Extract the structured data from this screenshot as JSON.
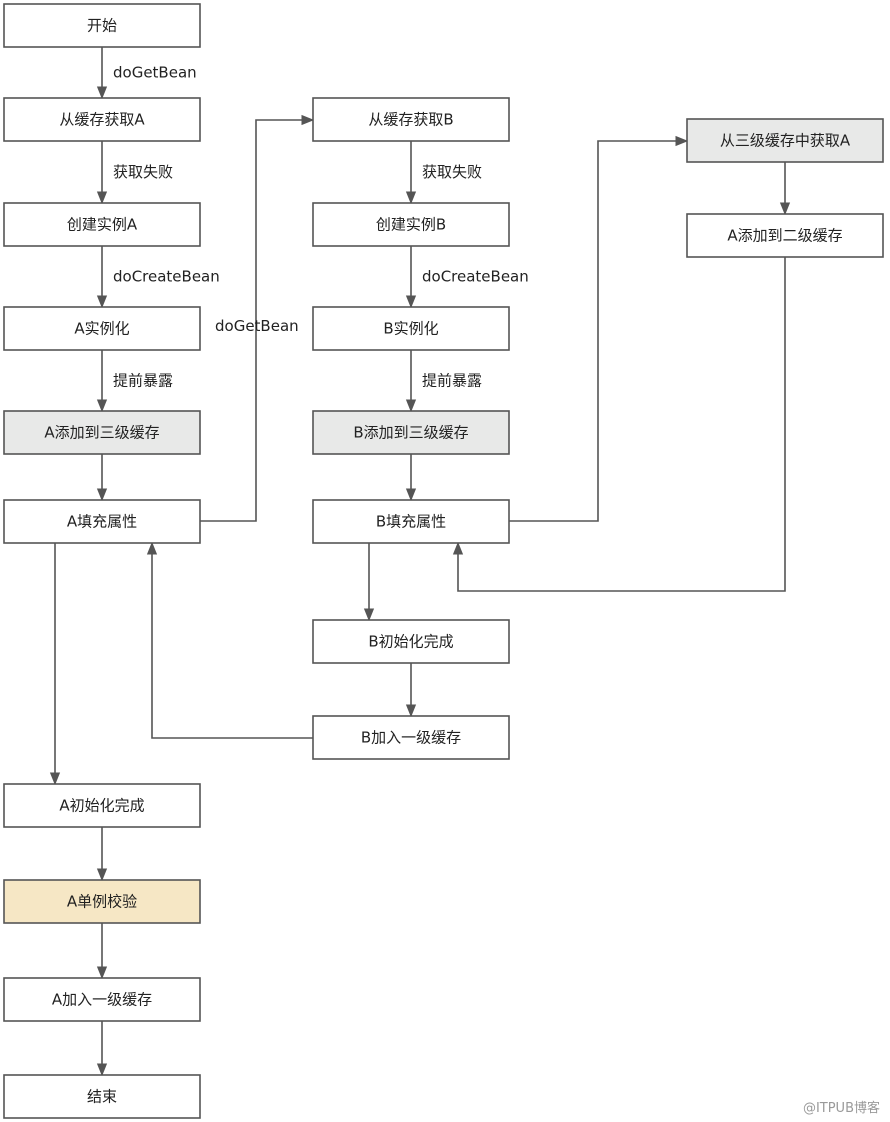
{
  "nodes": {
    "start": {
      "label": "开始",
      "style": "plain"
    },
    "getA": {
      "label": "从缓存获取A",
      "style": "plain"
    },
    "createA": {
      "label": "创建实例A",
      "style": "plain"
    },
    "instA": {
      "label": "A实例化",
      "style": "plain"
    },
    "addA3": {
      "label": "A添加到三级缓存",
      "style": "gray"
    },
    "fillA": {
      "label": "A填充属性",
      "style": "plain"
    },
    "initA": {
      "label": "A初始化完成",
      "style": "plain"
    },
    "checkA": {
      "label": "A单例校验",
      "style": "beige"
    },
    "addA1": {
      "label": "A加入一级缓存",
      "style": "plain"
    },
    "end": {
      "label": "结束",
      "style": "plain"
    },
    "getB": {
      "label": "从缓存获取B",
      "style": "plain"
    },
    "createB": {
      "label": "创建实例B",
      "style": "plain"
    },
    "instB": {
      "label": "B实例化",
      "style": "plain"
    },
    "addB3": {
      "label": "B添加到三级缓存",
      "style": "gray"
    },
    "fillB": {
      "label": "B填充属性",
      "style": "plain"
    },
    "initB": {
      "label": "B初始化完成",
      "style": "plain"
    },
    "addB1": {
      "label": "B加入一级缓存",
      "style": "plain"
    },
    "get3A": {
      "label": "从三级缓存中获取A",
      "style": "gray"
    },
    "addA2": {
      "label": "A添加到二级缓存",
      "style": "plain"
    }
  },
  "edges": [
    {
      "from": "start",
      "to": "getA",
      "label": "doGetBean"
    },
    {
      "from": "getA",
      "to": "createA",
      "label": "获取失败"
    },
    {
      "from": "createA",
      "to": "instA",
      "label": "doCreateBean"
    },
    {
      "from": "instA",
      "to": "addA3",
      "label": "提前暴露"
    },
    {
      "from": "addA3",
      "to": "fillA",
      "label": ""
    },
    {
      "from": "fillA",
      "to": "getB",
      "label": "doGetBean"
    },
    {
      "from": "getB",
      "to": "createB",
      "label": "获取失败"
    },
    {
      "from": "createB",
      "to": "instB",
      "label": "doCreateBean"
    },
    {
      "from": "instB",
      "to": "addB3",
      "label": "提前暴露"
    },
    {
      "from": "addB3",
      "to": "fillB",
      "label": ""
    },
    {
      "from": "fillB",
      "to": "get3A",
      "label": ""
    },
    {
      "from": "get3A",
      "to": "addA2",
      "label": ""
    },
    {
      "from": "addA2",
      "to": "fillB",
      "label": ""
    },
    {
      "from": "fillB",
      "to": "initB",
      "label": ""
    },
    {
      "from": "initB",
      "to": "addB1",
      "label": ""
    },
    {
      "from": "addB1",
      "to": "fillA",
      "label": ""
    },
    {
      "from": "fillA",
      "to": "initA",
      "label": ""
    },
    {
      "from": "initA",
      "to": "checkA",
      "label": ""
    },
    {
      "from": "checkA",
      "to": "addA1",
      "label": ""
    },
    {
      "from": "addA1",
      "to": "end",
      "label": ""
    }
  ],
  "colors": {
    "stroke": "#555555",
    "gray": "#e8e9e8",
    "beige": "#f6e7c5",
    "text": "#222222"
  },
  "watermark": "@ITPUB博客"
}
